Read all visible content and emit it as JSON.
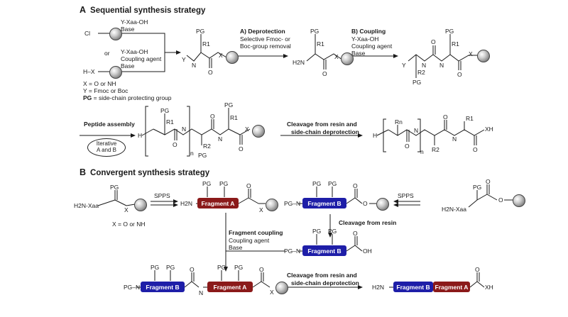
{
  "section_a": {
    "letter": "A",
    "title": "Sequential synthesis strategy"
  },
  "section_b": {
    "letter": "B",
    "title": "Convergent synthesis strategy"
  },
  "resin_start": {
    "cl_label": "Cl",
    "cond1_line1": "Y-Xaa-OH",
    "cond1_line2": "Base",
    "or": "or",
    "cond2_line1": "Y-Xaa-OH",
    "cond2_line2": "Coupling agent",
    "cond2_line3": "Base",
    "hx_label": "H–X",
    "legend1": "X = O or NH",
    "legend2": "Y = Fmoc or Boc",
    "legend3_bold": "PG",
    "legend3_rest": " = side-chain protecting group"
  },
  "step_a": {
    "title": "A) Deprotection",
    "line1": "Selective Fmoc- or",
    "line2": "Boc-group removal"
  },
  "step_b": {
    "title": "B) Coupling",
    "line1": "Y-Xaa-OH",
    "line2": "Coupling agent",
    "line3": "Base"
  },
  "assembly": {
    "title": "Peptide assembly",
    "iterative_line1": "Iterative",
    "iterative_line2": "A and B"
  },
  "cleavage_a": {
    "line1": "Cleavage from resin and",
    "line2": "side-chain deprotection"
  },
  "chem": {
    "pg": "PG",
    "r1": "R1",
    "r2": "R2",
    "rn": "Rn",
    "x": "X",
    "y": "Y",
    "h": "H",
    "n": "n",
    "nh": "N",
    "o": "O",
    "h2n": "H2N",
    "xh": "XH",
    "oh": "OH",
    "h2n_xaa": "H2N-Xaa",
    "pg_n": "PG–N"
  },
  "convergent": {
    "spps": "SPPS",
    "x_def": "X = O or NH",
    "fragment_a": "Fragment A",
    "fragment_b": "Fragment B",
    "cleavage_resin": "Cleavage from resin",
    "frag_coupling_title": "Fragment coupling",
    "frag_coupling_line1": "Coupling agent",
    "frag_coupling_line2": "Base",
    "final_cleavage_line1": "Cleavage from resin and",
    "final_cleavage_line2": "side-chain deprotection"
  },
  "colors": {
    "fragment_a": "#8b1a1a",
    "fragment_b": "#1e1ea8"
  }
}
